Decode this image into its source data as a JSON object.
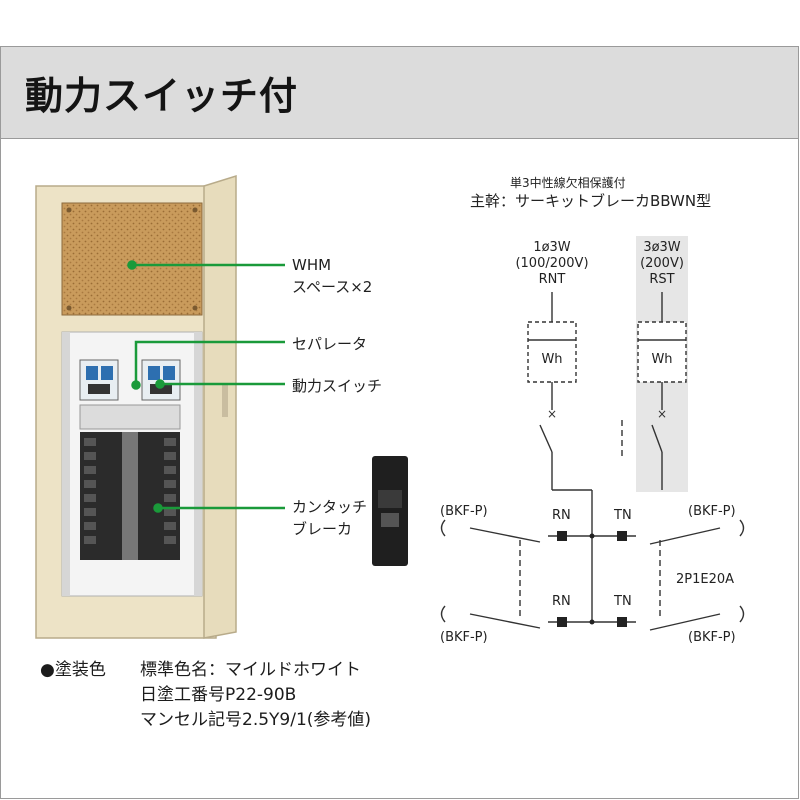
{
  "title": "動力スイッチ付",
  "callouts": {
    "whm_line1": "WHM",
    "whm_line2": "スペース×2",
    "separator": "セパレータ",
    "power_switch": "動力スイッチ",
    "breaker_line1": "カンタッチ",
    "breaker_line2": "ブレーカ"
  },
  "diagram": {
    "note": "単3中性線欠相保護付",
    "main_breaker": "主幹：サーキットブレーカBBWN型",
    "left_supply": [
      "1ø3W",
      "(100/200V)",
      "RNT"
    ],
    "right_supply": [
      "3ø3W",
      "(200V)",
      "RST"
    ],
    "meter_label": "Wh",
    "branch_label": "(BKF-P)",
    "terminal_rn": "RN",
    "terminal_tn": "TN",
    "breaker_rating": "2P1E20A"
  },
  "paint": {
    "bullet_label": "●塗装色",
    "line1": "標準色名：マイルドホワイト",
    "line2": "日塗工番号P22-90B",
    "line3": "マンセル記号2.5Y9/1(参考値)"
  },
  "colors": {
    "header_bg": "#dcdcdc",
    "callout_green": "#1a9a3a",
    "cabinet_beige": "#ede3c6",
    "board_cork": "#c89a5a",
    "highlight_gray": "#e6e6e6"
  }
}
